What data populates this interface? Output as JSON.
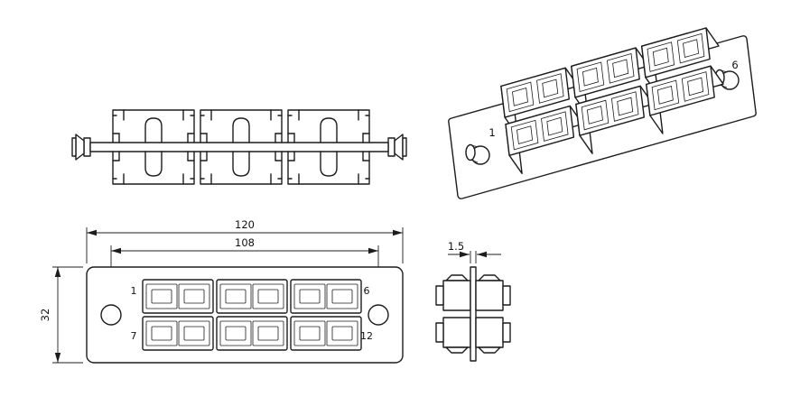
{
  "drawing": {
    "front_view": {
      "dim_overall_width": "120",
      "dim_hole_spacing": "108",
      "dim_overall_height": "32",
      "port_top_left": "1",
      "port_top_right": "6",
      "port_bottom_left": "7",
      "port_bottom_right": "12"
    },
    "side_view": {
      "dim_thickness": "1.5"
    },
    "isometric_view": {
      "port_first": "1",
      "port_last": "6"
    },
    "colors": {
      "line": "#1c1c1c",
      "background": "#ffffff"
    }
  }
}
